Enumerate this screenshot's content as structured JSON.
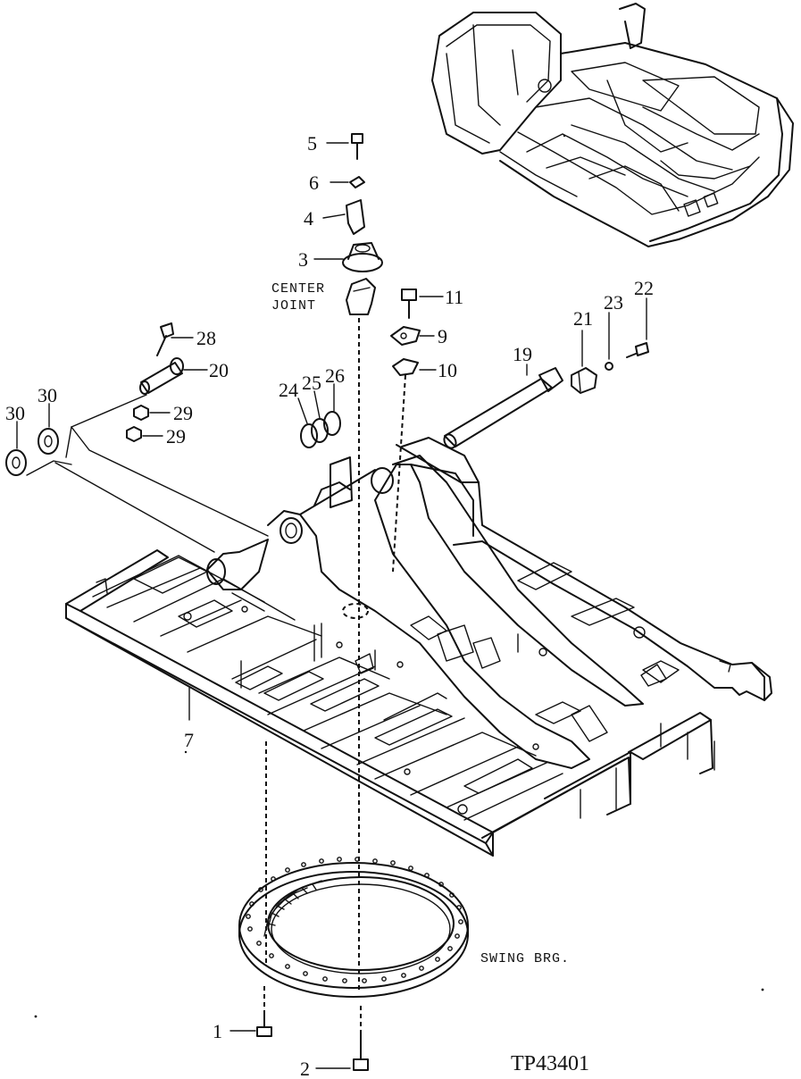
{
  "figure_id": "TP43401",
  "labels": {
    "center_joint_line1": "CENTER",
    "center_joint_line2": "JOINT",
    "swing_bearing": "SWING BRG."
  },
  "callouts": {
    "c1": "1",
    "c2": "2",
    "c3": "3",
    "c4": "4",
    "c5": "5",
    "c6": "6",
    "c7": "7",
    "c9": "9",
    "c10": "10",
    "c11": "11",
    "c19": "19",
    "c20": "20",
    "c21": "21",
    "c22": "22",
    "c23": "23",
    "c24": "24",
    "c25": "25",
    "c26": "26",
    "c28": "28",
    "c29a": "29",
    "c29b": "29",
    "c30a": "30",
    "c30b": "30"
  }
}
